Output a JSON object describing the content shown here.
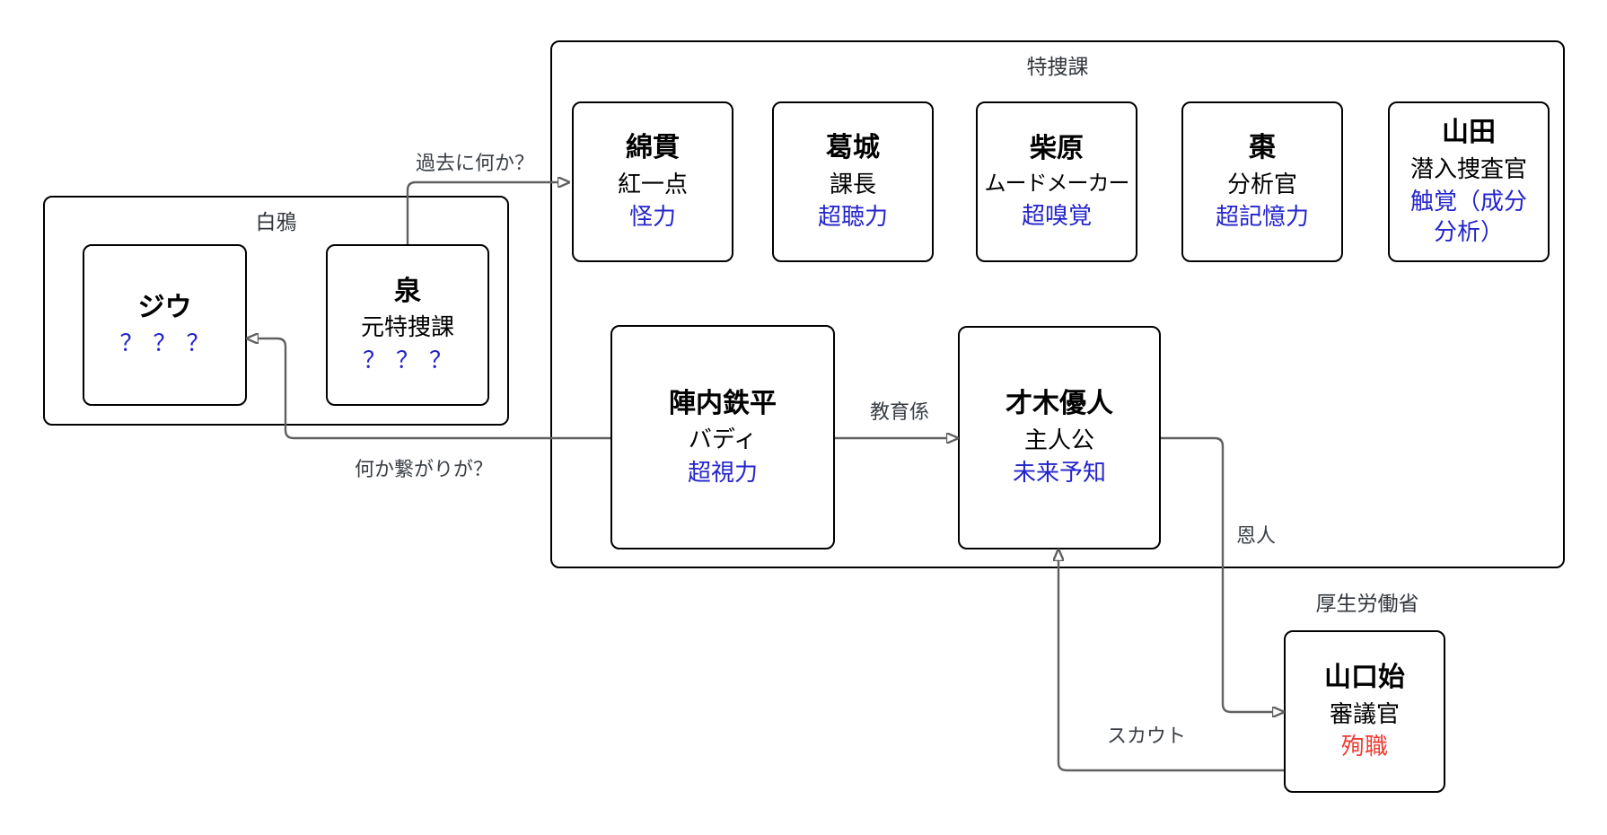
{
  "diagram_title": "character-relationship-diagram",
  "groups": {
    "tokusouka": {
      "label": "特捜課"
    },
    "hakua": {
      "label": "白鴉"
    },
    "kouseiroudoushou": {
      "label": "厚生労働省"
    }
  },
  "characters": {
    "watanuki": {
      "name": "綿貫",
      "role": "紅一点",
      "ability": "怪力"
    },
    "katsuragi": {
      "name": "葛城",
      "role": "課長",
      "ability": "超聴力"
    },
    "shibahara": {
      "name": "柴原",
      "role": "ムードメーカー",
      "ability": "超嗅覚"
    },
    "natsume": {
      "name": "棗",
      "role": "分析官",
      "ability": "超記憶力"
    },
    "yamada": {
      "name": "山田",
      "role": "潜入捜査官",
      "ability": "触覚（成分分析）"
    },
    "jinnai": {
      "name": "陣内鉄平",
      "role": "バディ",
      "ability": "超視力"
    },
    "saiki": {
      "name": "才木優人",
      "role": "主人公",
      "ability": "未来予知"
    },
    "jiu": {
      "name": "ジウ",
      "ability": "？？？"
    },
    "izumi": {
      "name": "泉",
      "role": "元特捜課",
      "ability": "？？？"
    },
    "yamaguchi": {
      "name": "山口始",
      "role": "審議官",
      "status": "殉職"
    }
  },
  "edges": {
    "kako": {
      "label": "過去に何か？",
      "from": "泉",
      "to": "綿貫"
    },
    "nanika": {
      "label": "何か繋がりが？",
      "from": "陣内鉄平",
      "to": "ジウ"
    },
    "kyouiku": {
      "label": "教育係",
      "from": "陣内鉄平",
      "to": "才木優人"
    },
    "onjin": {
      "label": "恩人",
      "from": "才木優人",
      "to": "山口始"
    },
    "scout": {
      "label": "スカウト",
      "from": "山口始",
      "to": "才木優人"
    }
  },
  "colors": {
    "ability_blue": "#2424cc",
    "dead_red": "#ec3c32",
    "line_gray": "#606060",
    "box_border": "#000000"
  }
}
